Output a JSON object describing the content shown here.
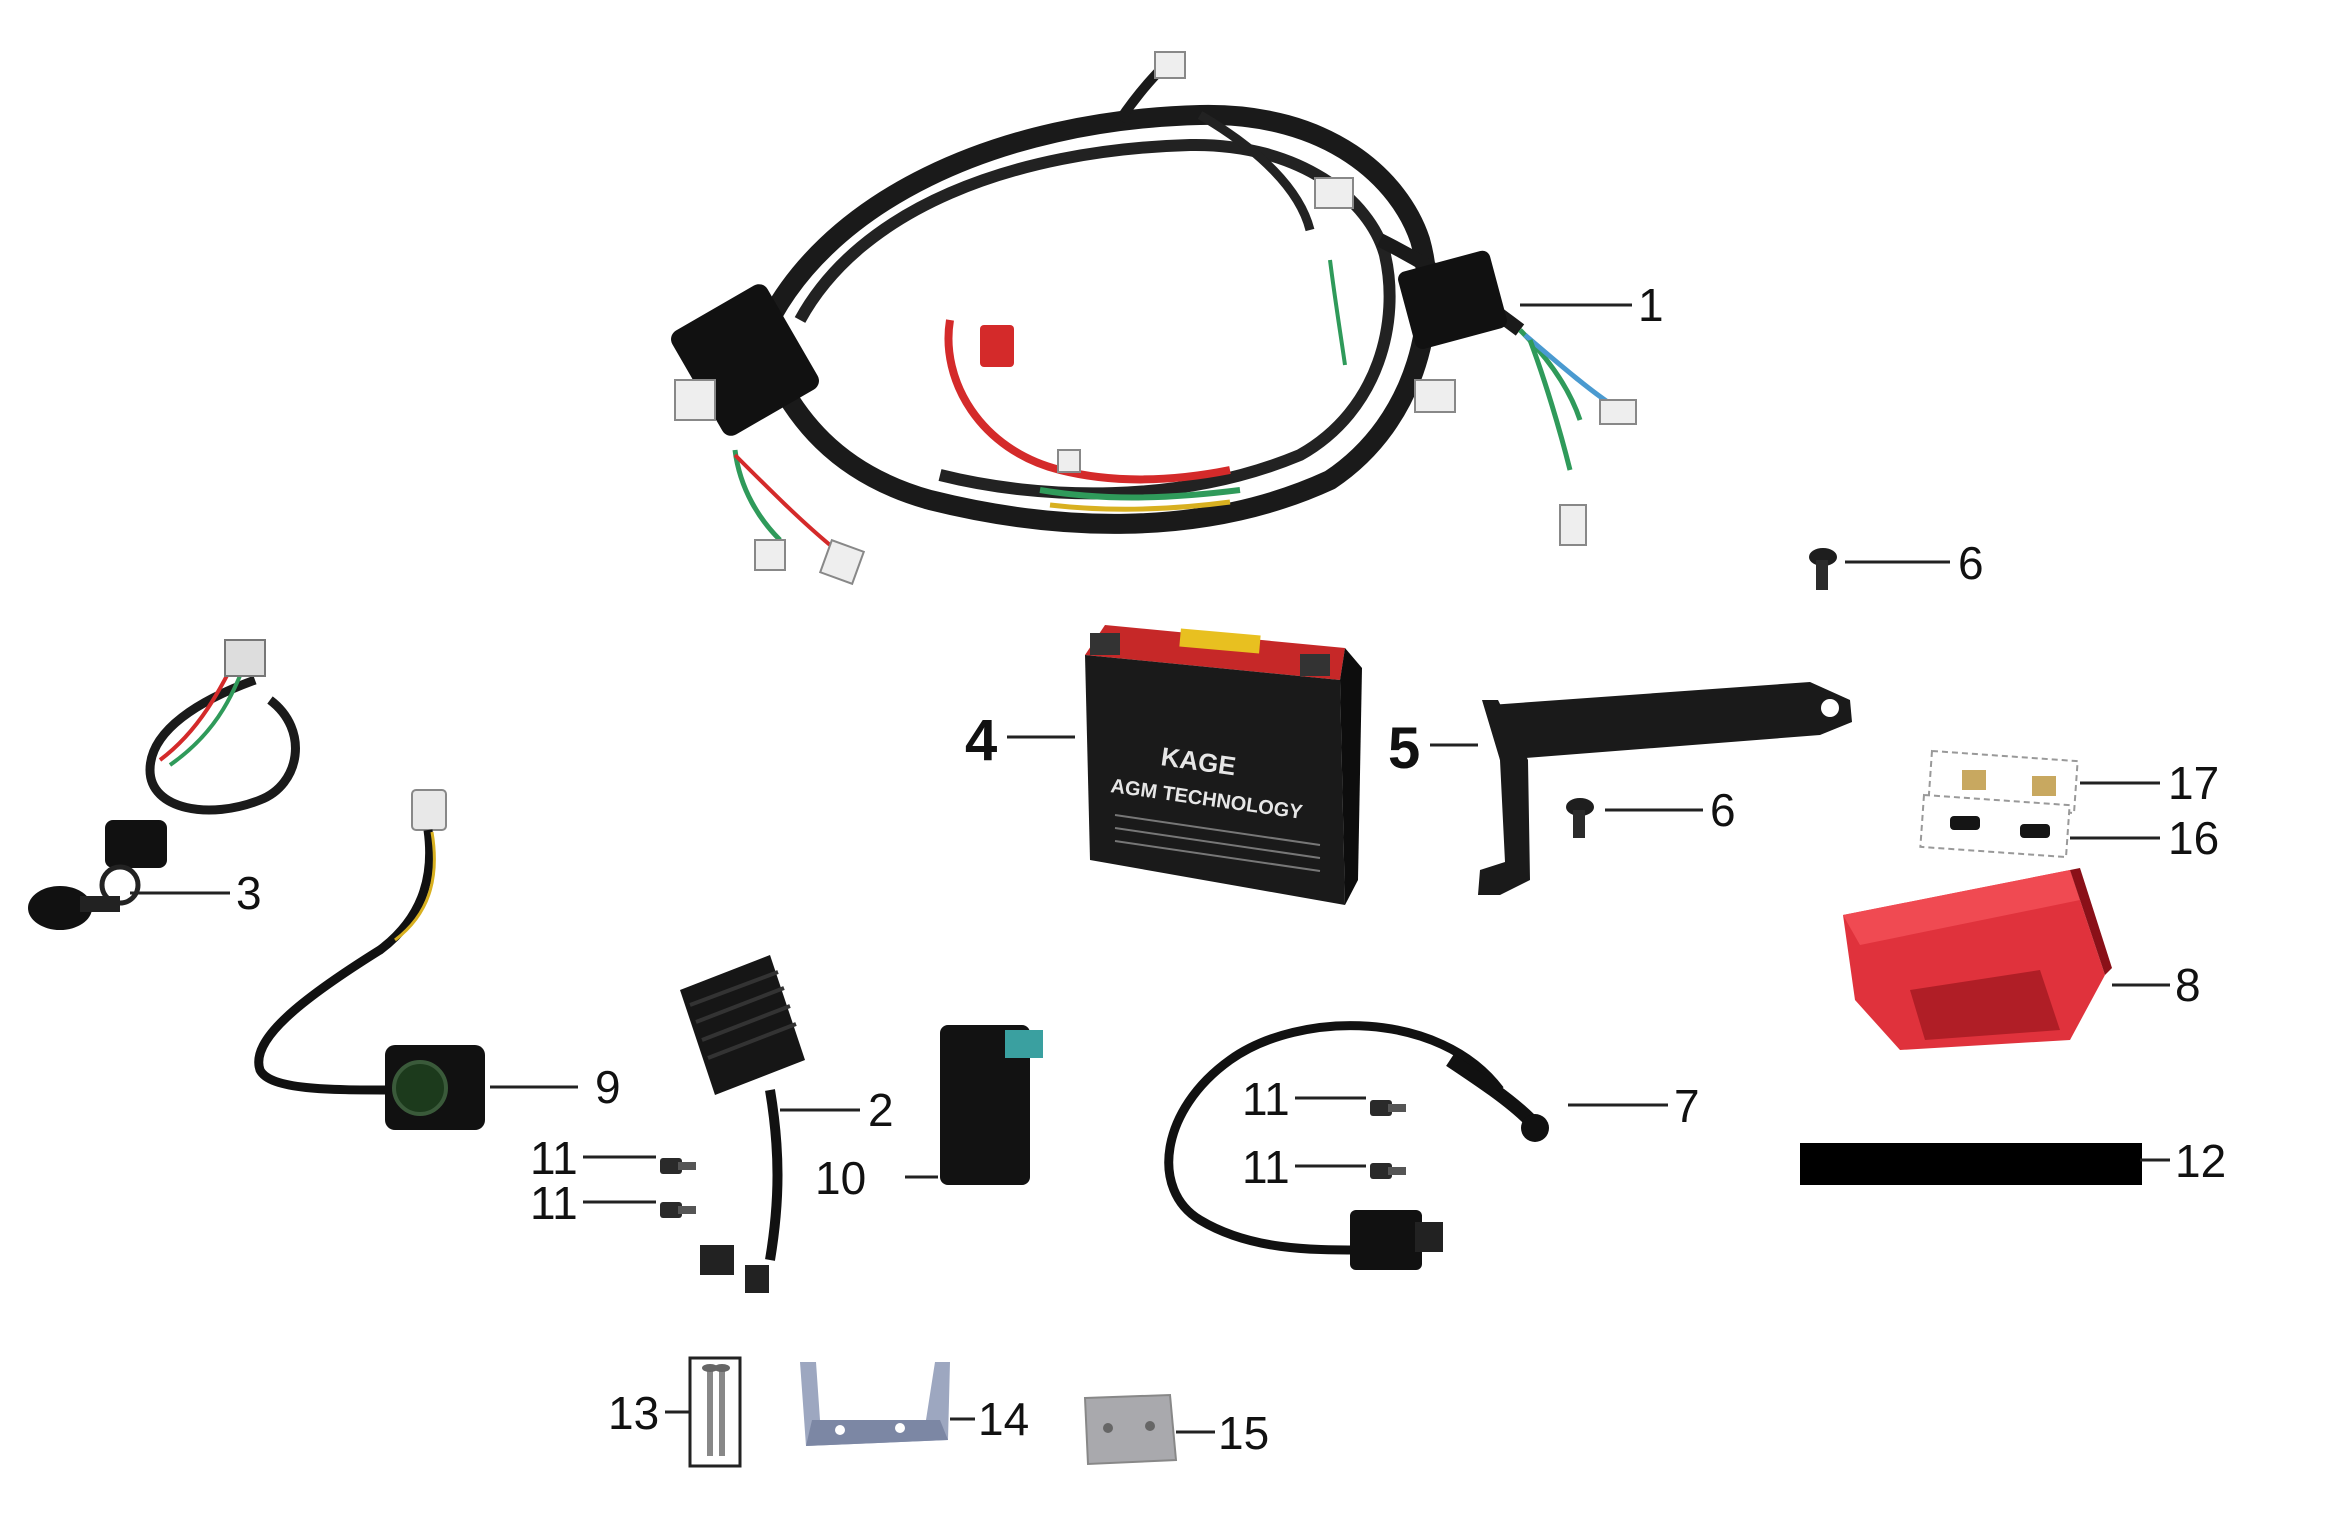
{
  "callouts": {
    "c1": "1",
    "c2": "2",
    "c3": "3",
    "c4": "4",
    "c5": "5",
    "c6a": "6",
    "c6b": "6",
    "c7": "7",
    "c8": "8",
    "c9": "9",
    "c10": "10",
    "c11a": "11",
    "c11b": "11",
    "c11c": "11",
    "c11d": "11",
    "c12": "12",
    "c13": "13",
    "c14": "14",
    "c15": "15",
    "c16": "16",
    "c17": "17"
  },
  "battery": {
    "brand": "KAGE",
    "tech": "AGM TECHNOLOGY"
  },
  "colors": {
    "wire_black": "#1a1a1a",
    "wire_red": "#d42a2a",
    "wire_green": "#2f9a5a",
    "wire_yellow": "#d8b020",
    "lamp_red": "#e0323c",
    "metal": "#a9a9ad"
  }
}
